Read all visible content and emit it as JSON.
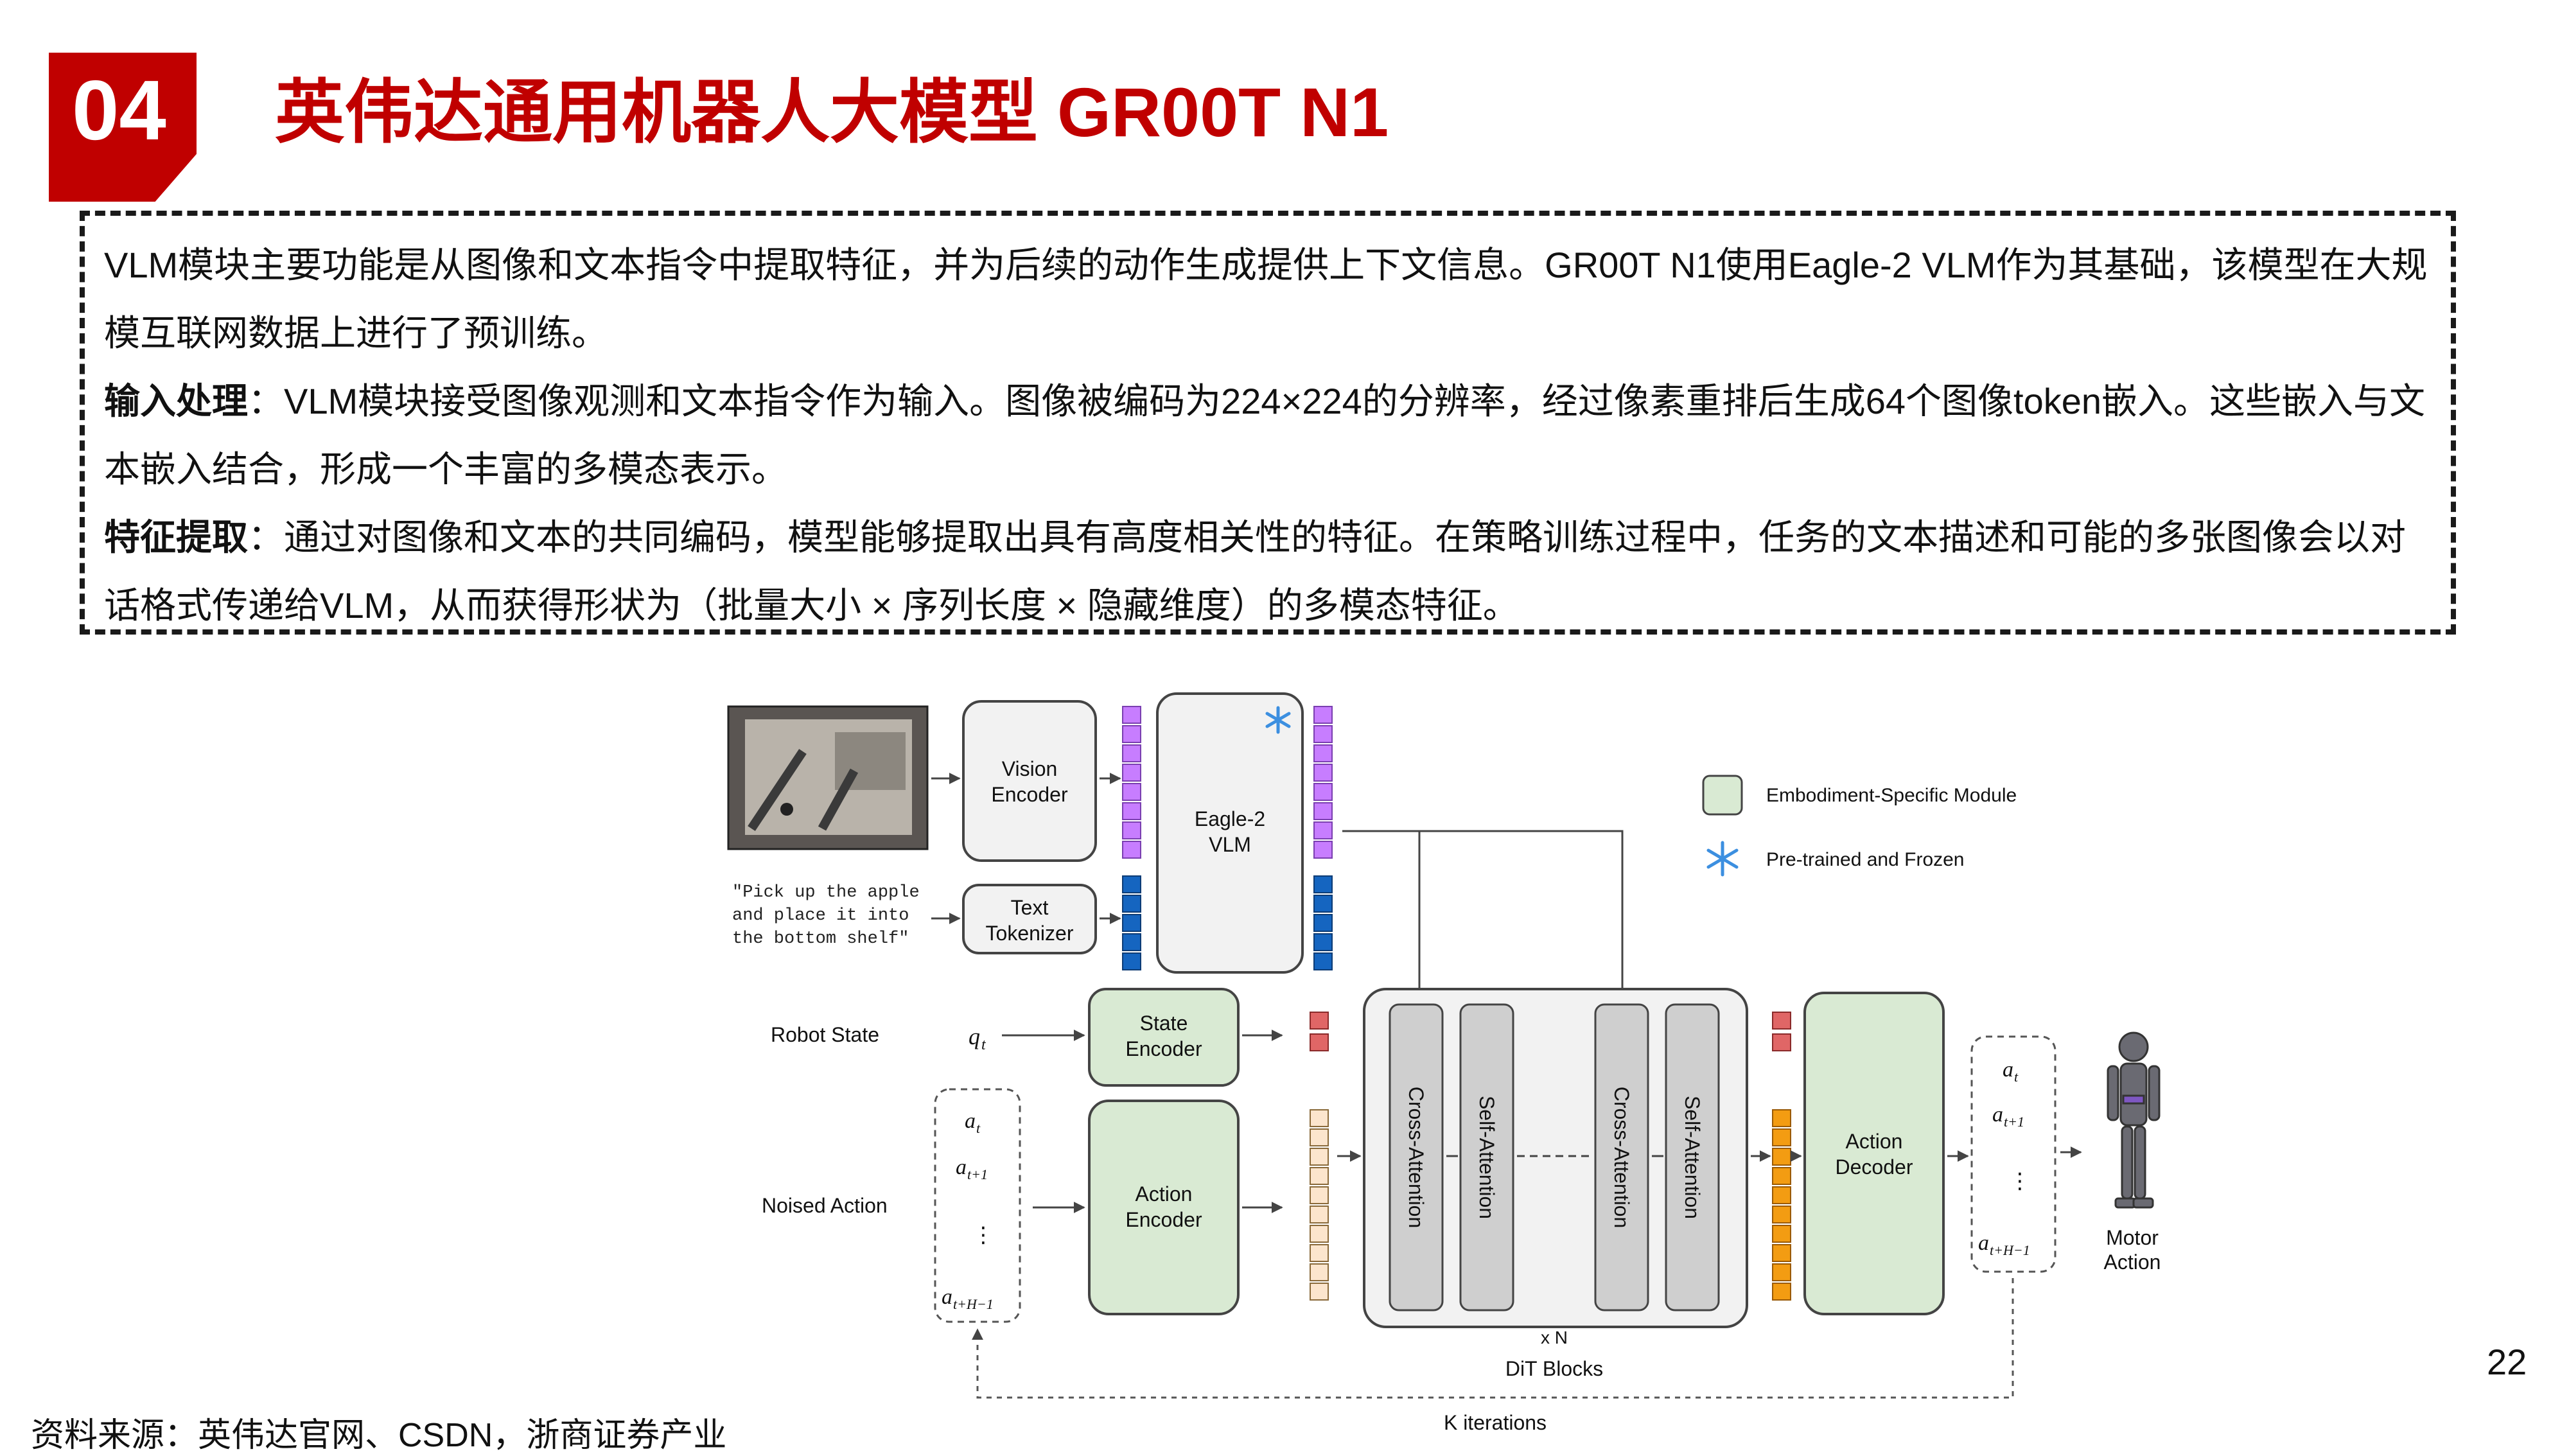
{
  "section_number": "04",
  "title": "英伟达通用机器人大模型 GR00T N1",
  "paragraphs": [
    {
      "label": "",
      "text": "VLM模块主要功能是从图像和文本指令中提取特征，并为后续的动作生成提供上下文信息。GR00T N1使用Eagle-2 VLM作为其基础，该模型在大规模互联网数据上进行了预训练。"
    },
    {
      "label": "输入处理",
      "text": "：VLM模块接受图像观测和文本指令作为输入。图像被编码为224×224的分辨率，经过像素重排后生成64个图像token嵌入。这些嵌入与文本嵌入结合，形成一个丰富的多模态表示。"
    },
    {
      "label": "特征提取",
      "text": "：通过对图像和文本的共同编码，模型能够提取出具有高度相关性的特征。在策略训练过程中，任务的文本描述和可能的多张图像会以对话格式传递给VLM，从而获得形状为（批量大小 × 序列长度 × 隐藏维度）的多模态特征。"
    }
  ],
  "diagram": {
    "instruction_lines": [
      "\"Pick up the apple",
      "and place it into",
      "the bottom shelf\""
    ],
    "vision_encoder": [
      "Vision",
      "Encoder"
    ],
    "text_tokenizer": [
      "Text",
      "Tokenizer"
    ],
    "vlm": [
      "Eagle-2",
      "VLM"
    ],
    "robot_state_label": "Robot State",
    "state_symbol": "q",
    "state_sub": "t",
    "state_encoder": [
      "State",
      "Encoder"
    ],
    "noised_action_label": "Noised Action",
    "action_encoder": [
      "Action",
      "Encoder"
    ],
    "cross_attention": "Cross-Attention",
    "self_attention": "Self-Attention",
    "xn_label": "x N",
    "dit_label": "DiT Blocks",
    "action_decoder": [
      "Action",
      "Decoder"
    ],
    "motor_action": [
      "Motor",
      "Action"
    ],
    "k_iterations": "K iterations",
    "legend_embodiment": "Embodiment-Specific Module",
    "legend_frozen": "Pre-trained and Frozen",
    "action_seq": [
      {
        "main": "a",
        "sub": "t"
      },
      {
        "main": "a",
        "sub": "t+1"
      },
      {
        "main": "⋮",
        "sub": ""
      },
      {
        "main": "a",
        "sub": "t+H−1"
      }
    ],
    "colors": {
      "embodiment": "#d9ead3",
      "frozen": "#f2f2f2",
      "vision_token": "#c77dff",
      "text_token": "#1565c0",
      "state_token": "#e06666",
      "action_token": "#fce5cd",
      "output_token": "#f39c12",
      "accent": "#c00000"
    }
  },
  "page_number": "22",
  "source": "资料来源：英伟达官网、CSDN，浙商证券产业"
}
